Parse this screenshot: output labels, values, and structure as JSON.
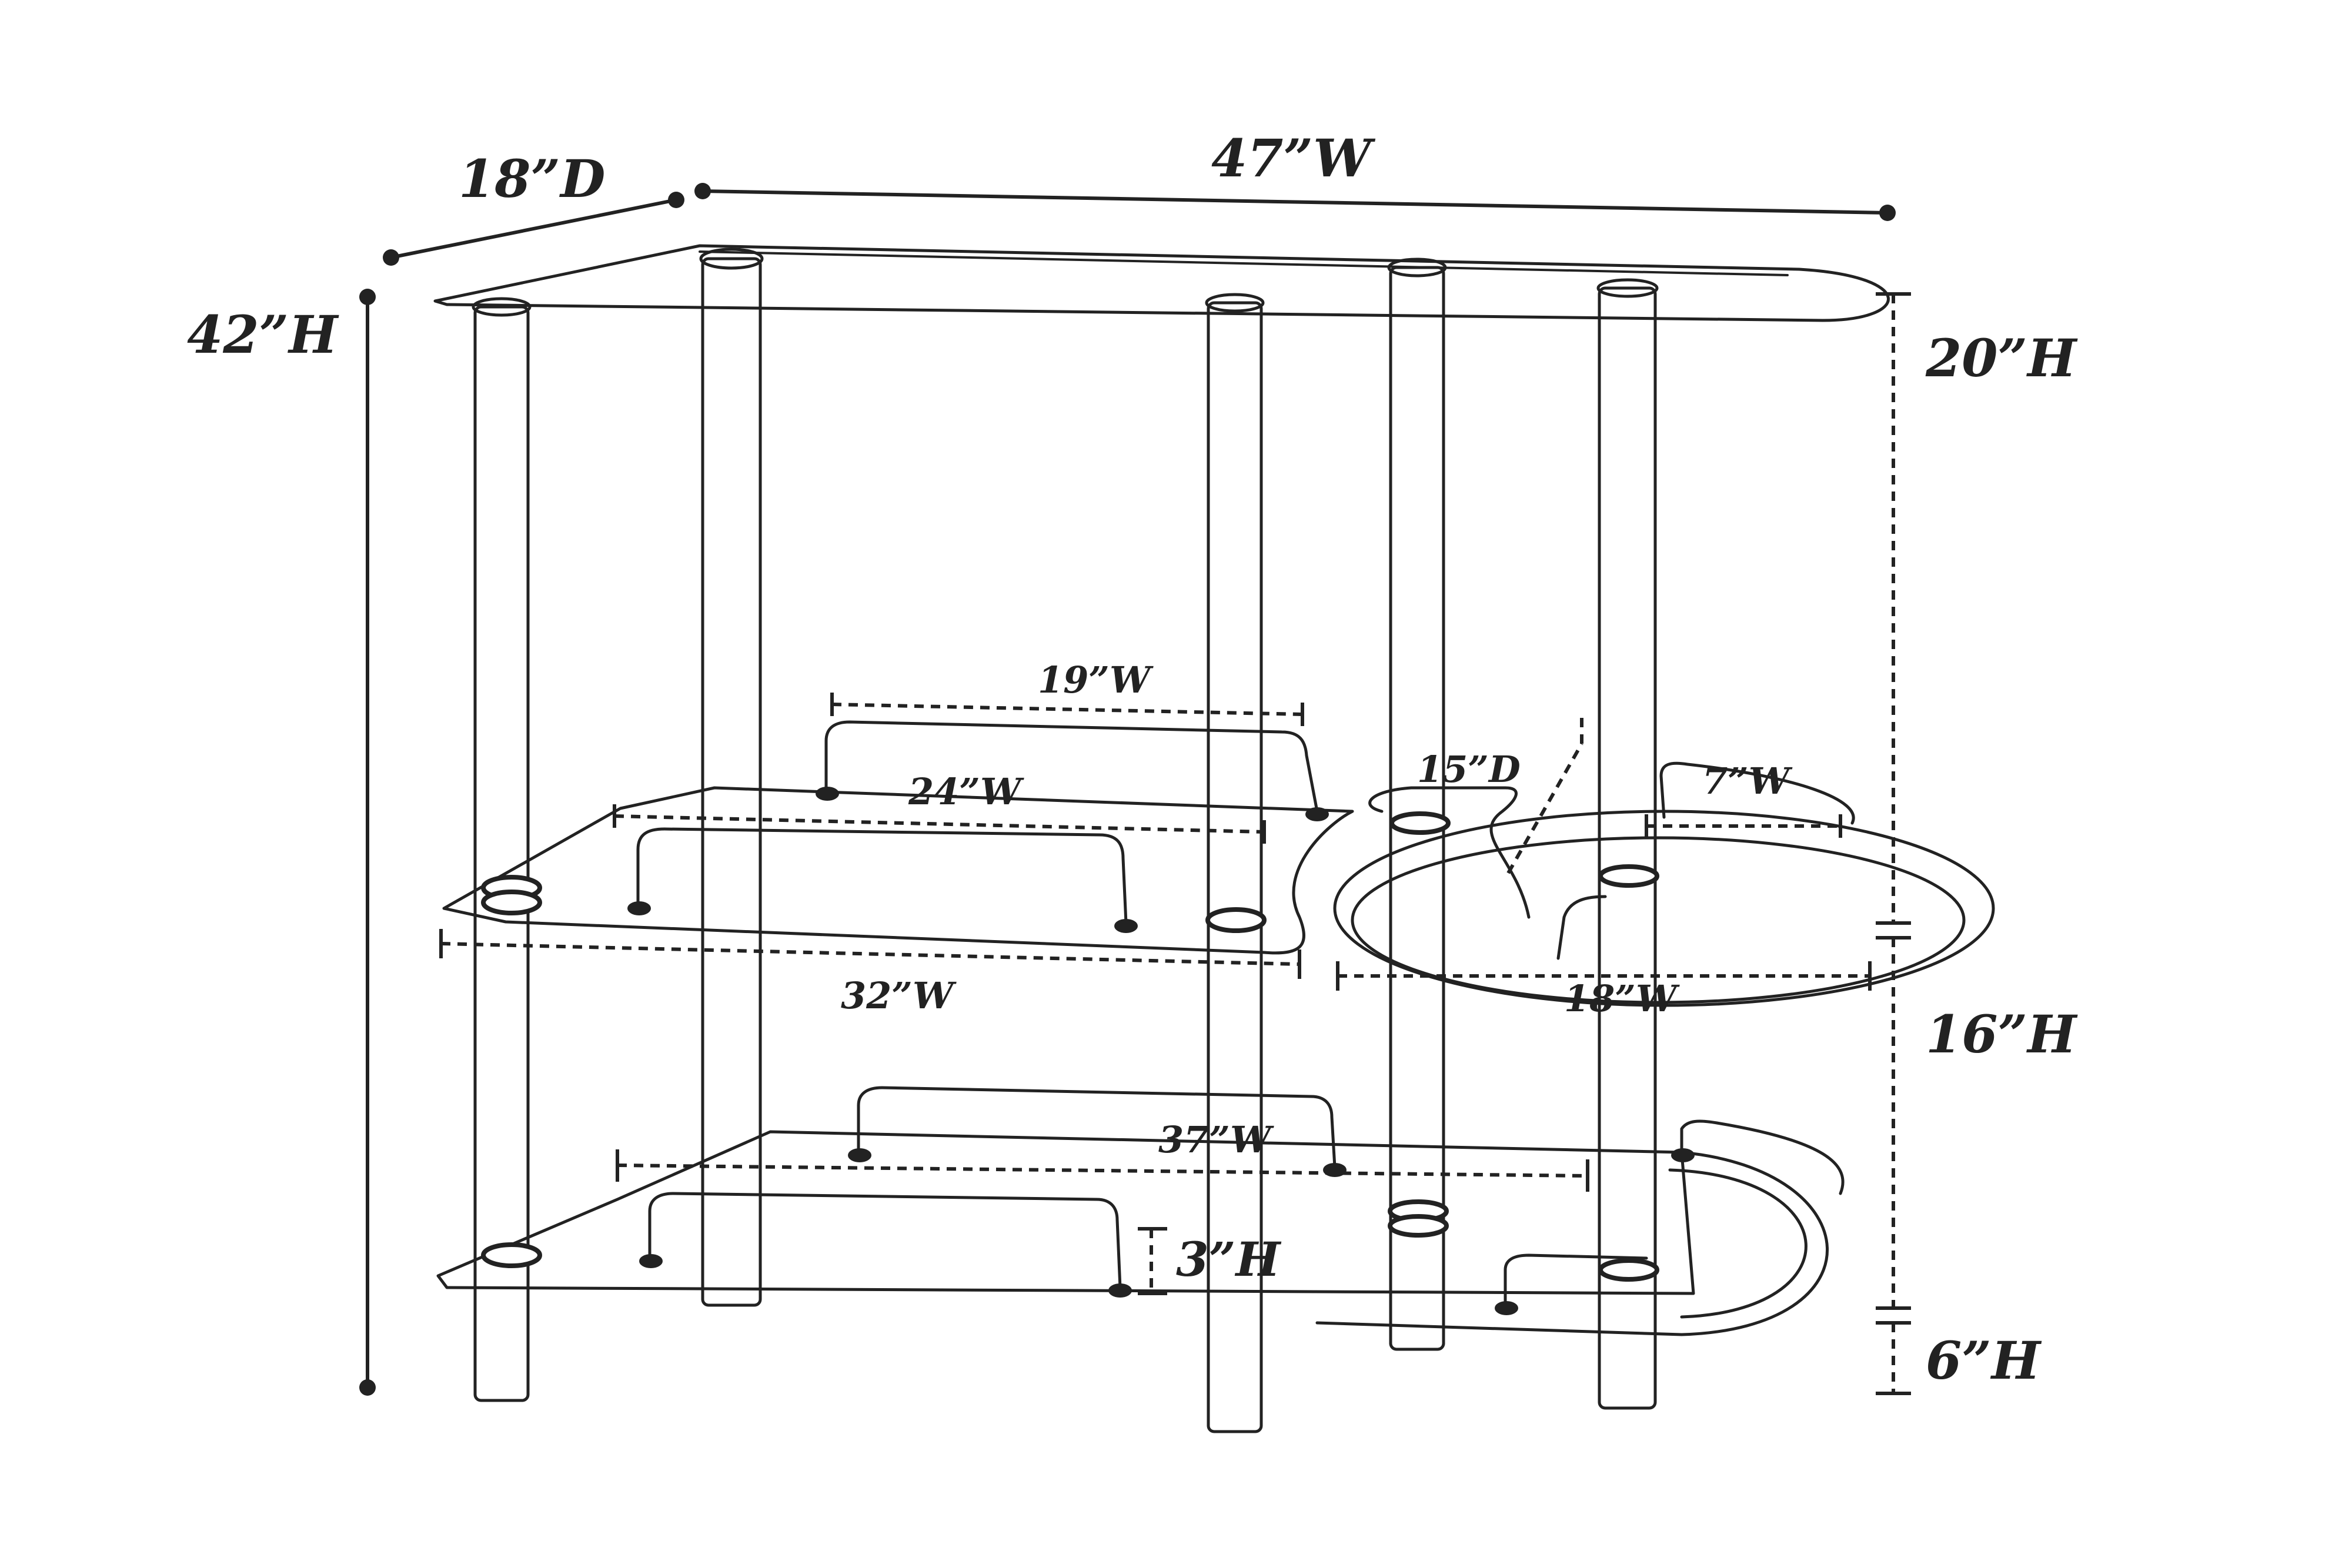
{
  "dimensions": {
    "depth": "18”D",
    "width": "47”W",
    "total_height": "42”H",
    "upper_section_height": "20”H",
    "middle_section_height": "16”H",
    "lower_section_height": "6”H",
    "rail_height": "3”H",
    "top_rail_width": "19”W",
    "upper_back_width": "24”W",
    "upper_front_width": "32”W",
    "lower_width": "37”W",
    "round_shelf_depth": "15”D",
    "round_shelf_inner_width": "7”W",
    "round_shelf_width": "18”W"
  },
  "colors": {
    "line": "#222222",
    "background": "#ffffff"
  }
}
